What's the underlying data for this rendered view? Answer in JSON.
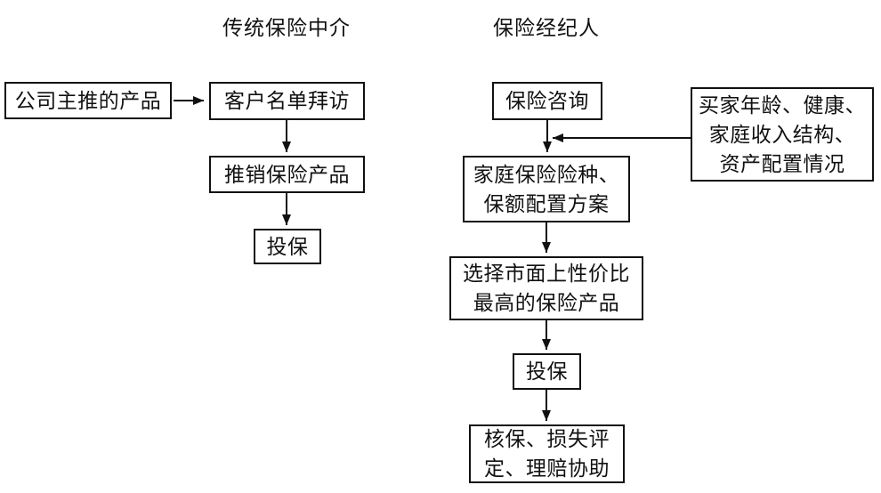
{
  "diagram": {
    "columns": {
      "left_title": "传统保险中介",
      "right_title": "保险经纪人"
    },
    "nodes": {
      "company_products": "公司主推的产品",
      "client_visits": "客户名单拜访",
      "sell_products": "推销保险产品",
      "apply_left": "投保",
      "consultation": "保险咨询",
      "buyer_profile": "买家年龄、健康、\n家庭收入结构、\n资产配置情况",
      "family_plan": "家庭保险险种、\n保额配置方案",
      "select_product": "选择市面上性价比\n最高的保险产品",
      "apply_right": "投保",
      "claims_support": "核保、损失评\n定、理赔协助"
    },
    "colors": {
      "line": "#111111",
      "background": "#ffffff"
    }
  }
}
